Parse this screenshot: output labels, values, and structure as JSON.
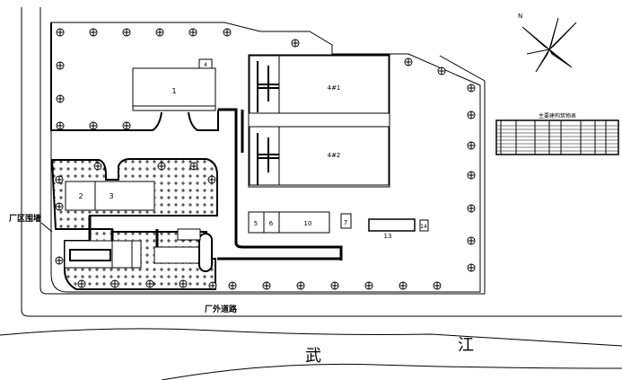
{
  "labels": {
    "wall": "厂区围墙",
    "outer_road": "厂外道路",
    "river_1": "武",
    "river_2": "江",
    "table_title": "主要建构筑物表",
    "main_building": "1",
    "small_box_top": "4",
    "tank_1": "4#1",
    "tank_2": "4#2",
    "b1": "2",
    "b2": "3",
    "r1": "5",
    "r2": "6",
    "r3": "10",
    "r4": "7",
    "r5": "13",
    "r6": "14"
  },
  "colors": {
    "line": "#000000",
    "background": "#ffffff"
  }
}
